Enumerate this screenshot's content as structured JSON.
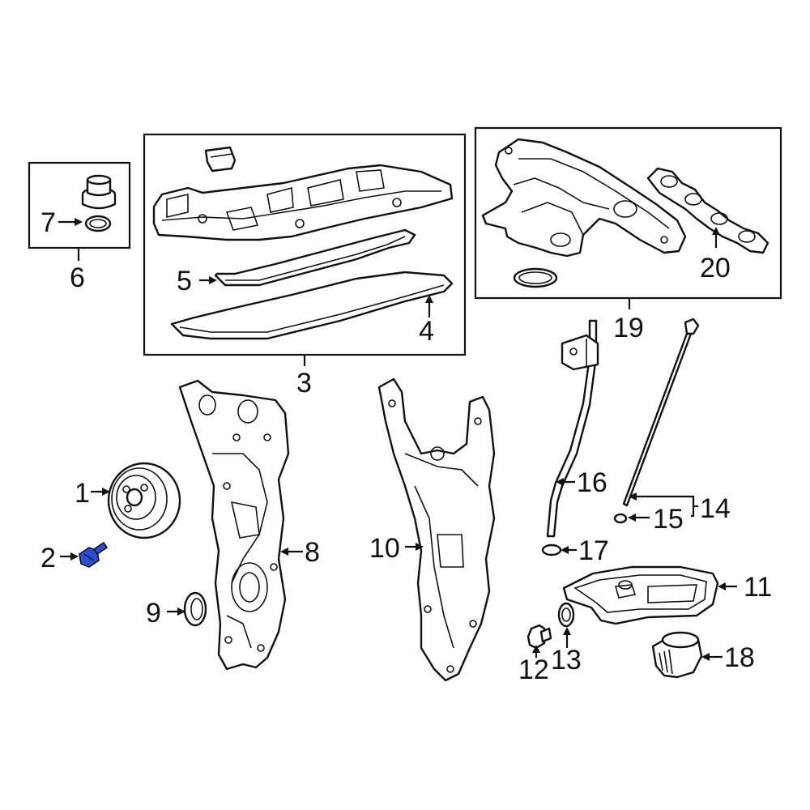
{
  "callouts": {
    "c1": "1",
    "c2": "2",
    "c3": "3",
    "c4": "4",
    "c5": "5",
    "c6": "6",
    "c7": "7",
    "c8": "8",
    "c9": "9",
    "c10": "10",
    "c11": "11",
    "c12": "12",
    "c13": "13",
    "c14": "14",
    "c15": "15",
    "c16": "16",
    "c17": "17",
    "c18": "18",
    "c19": "19",
    "c20": "20"
  },
  "colors": {
    "highlight_part": "#2a4fd6",
    "line": "#111111",
    "background": "#ffffff"
  }
}
